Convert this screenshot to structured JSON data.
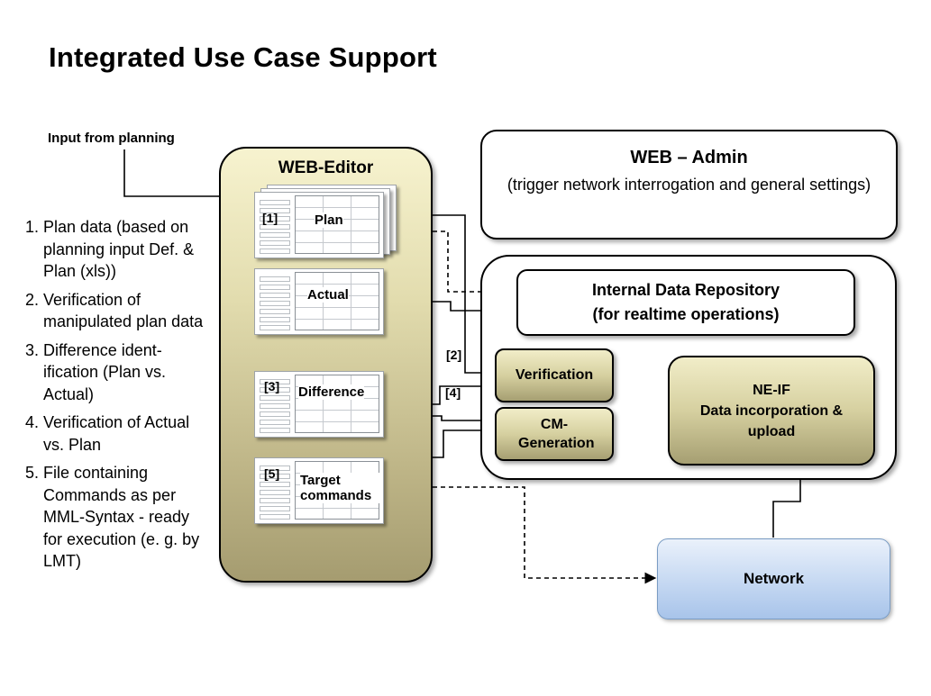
{
  "title": "Integrated Use Case Support",
  "input_label": "Input from planning",
  "steps": [
    {
      "num": "1.",
      "text": "Plan data (based on planning input Def. & Plan (xls))"
    },
    {
      "num": "2.",
      "text": "Verification of manipulated plan data"
    },
    {
      "num": "3.",
      "text": "Difference ident-ification (Plan vs. Actual)"
    },
    {
      "num": "4.",
      "text": "Verification of Actual vs. Plan"
    },
    {
      "num": "5.",
      "text": "File containing Commands as per MML-Syntax - ready for execution (e. g. by LMT)"
    }
  ],
  "editor": {
    "title": "WEB-Editor",
    "docs": {
      "plan": {
        "ref": "[1]",
        "label": "Plan"
      },
      "actual": {
        "label": "Actual"
      },
      "difference": {
        "ref": "[3]",
        "label": "Difference"
      },
      "target": {
        "ref": "[5]",
        "label": "Target commands"
      }
    }
  },
  "admin": {
    "title": "WEB – Admin",
    "subtitle": "(trigger network interrogation and general settings)"
  },
  "repository": {
    "line1": "Internal Data Repository",
    "line2": "(for realtime operations)"
  },
  "verification": {
    "label": "Verification"
  },
  "cm_generation": {
    "label": "CM-Generation"
  },
  "neif": {
    "title": "NE-IF",
    "line1": "Data incorporation &",
    "line2": "upload"
  },
  "network": {
    "label": "Network"
  },
  "refs": {
    "r2": "[2]",
    "r4": "[4]"
  },
  "colors": {
    "editor_fill": "#e2dcae",
    "process_fill": "#d6d0a0",
    "network_fill": "#c5d8f2"
  }
}
